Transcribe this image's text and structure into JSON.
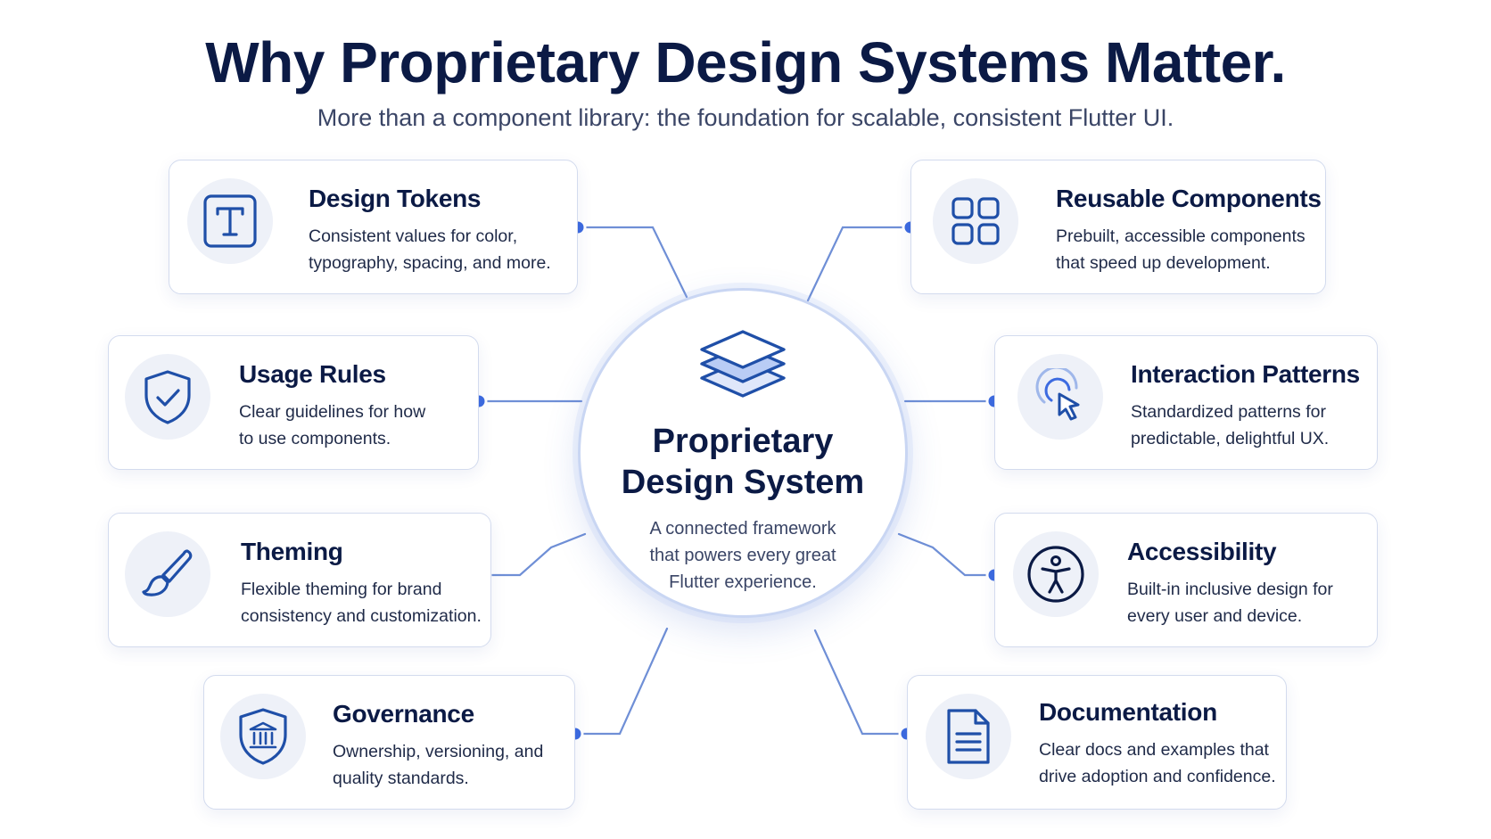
{
  "header": {
    "title": "Why Proprietary Design Systems Matter.",
    "subtitle": "More than a component library: the foundation for scalable, consistent Flutter UI."
  },
  "center": {
    "title_line1": "Proprietary",
    "title_line2": "Design System",
    "desc_line1": "A connected framework",
    "desc_line2": "that powers every great",
    "desc_line3": "Flutter experience.",
    "icon": "layers-icon"
  },
  "nodes": {
    "design_tokens": {
      "title": "Design Tokens",
      "line1": "Consistent values for color,",
      "line2": "typography, spacing, and more.",
      "icon": "text-format-icon"
    },
    "reusable_components": {
      "title": "Reusable Components",
      "line1": "Prebuilt, accessible components",
      "line2": "that speed up development.",
      "icon": "grid-icon"
    },
    "usage_rules": {
      "title": "Usage Rules",
      "line1": "Clear guidelines for how",
      "line2": "to use components.",
      "icon": "shield-check-icon"
    },
    "interaction_patterns": {
      "title": "Interaction Patterns",
      "line1": "Standardized patterns for",
      "line2": "predictable, delightful UX.",
      "icon": "cursor-click-icon"
    },
    "theming": {
      "title": "Theming",
      "line1": "Flexible theming for brand",
      "line2": "consistency and customization.",
      "icon": "paintbrush-icon"
    },
    "accessibility": {
      "title": "Accessibility",
      "line1": "Built-in inclusive design for",
      "line2": "every user and device.",
      "icon": "accessibility-icon"
    },
    "governance": {
      "title": "Governance",
      "line1": "Ownership, versioning, and",
      "line2": "quality standards.",
      "icon": "bank-shield-icon"
    },
    "documentation": {
      "title": "Documentation",
      "line1": "Clear docs and examples that",
      "line2": "drive adoption and confidence.",
      "icon": "document-icon"
    }
  },
  "colors": {
    "title": "#0b1a45",
    "accent": "#1f4fa8",
    "connector": "#6f8fd6",
    "connector_dot": "#3d6be0",
    "card_border": "#d3dbee",
    "icon_bg": "#eef1f8"
  }
}
